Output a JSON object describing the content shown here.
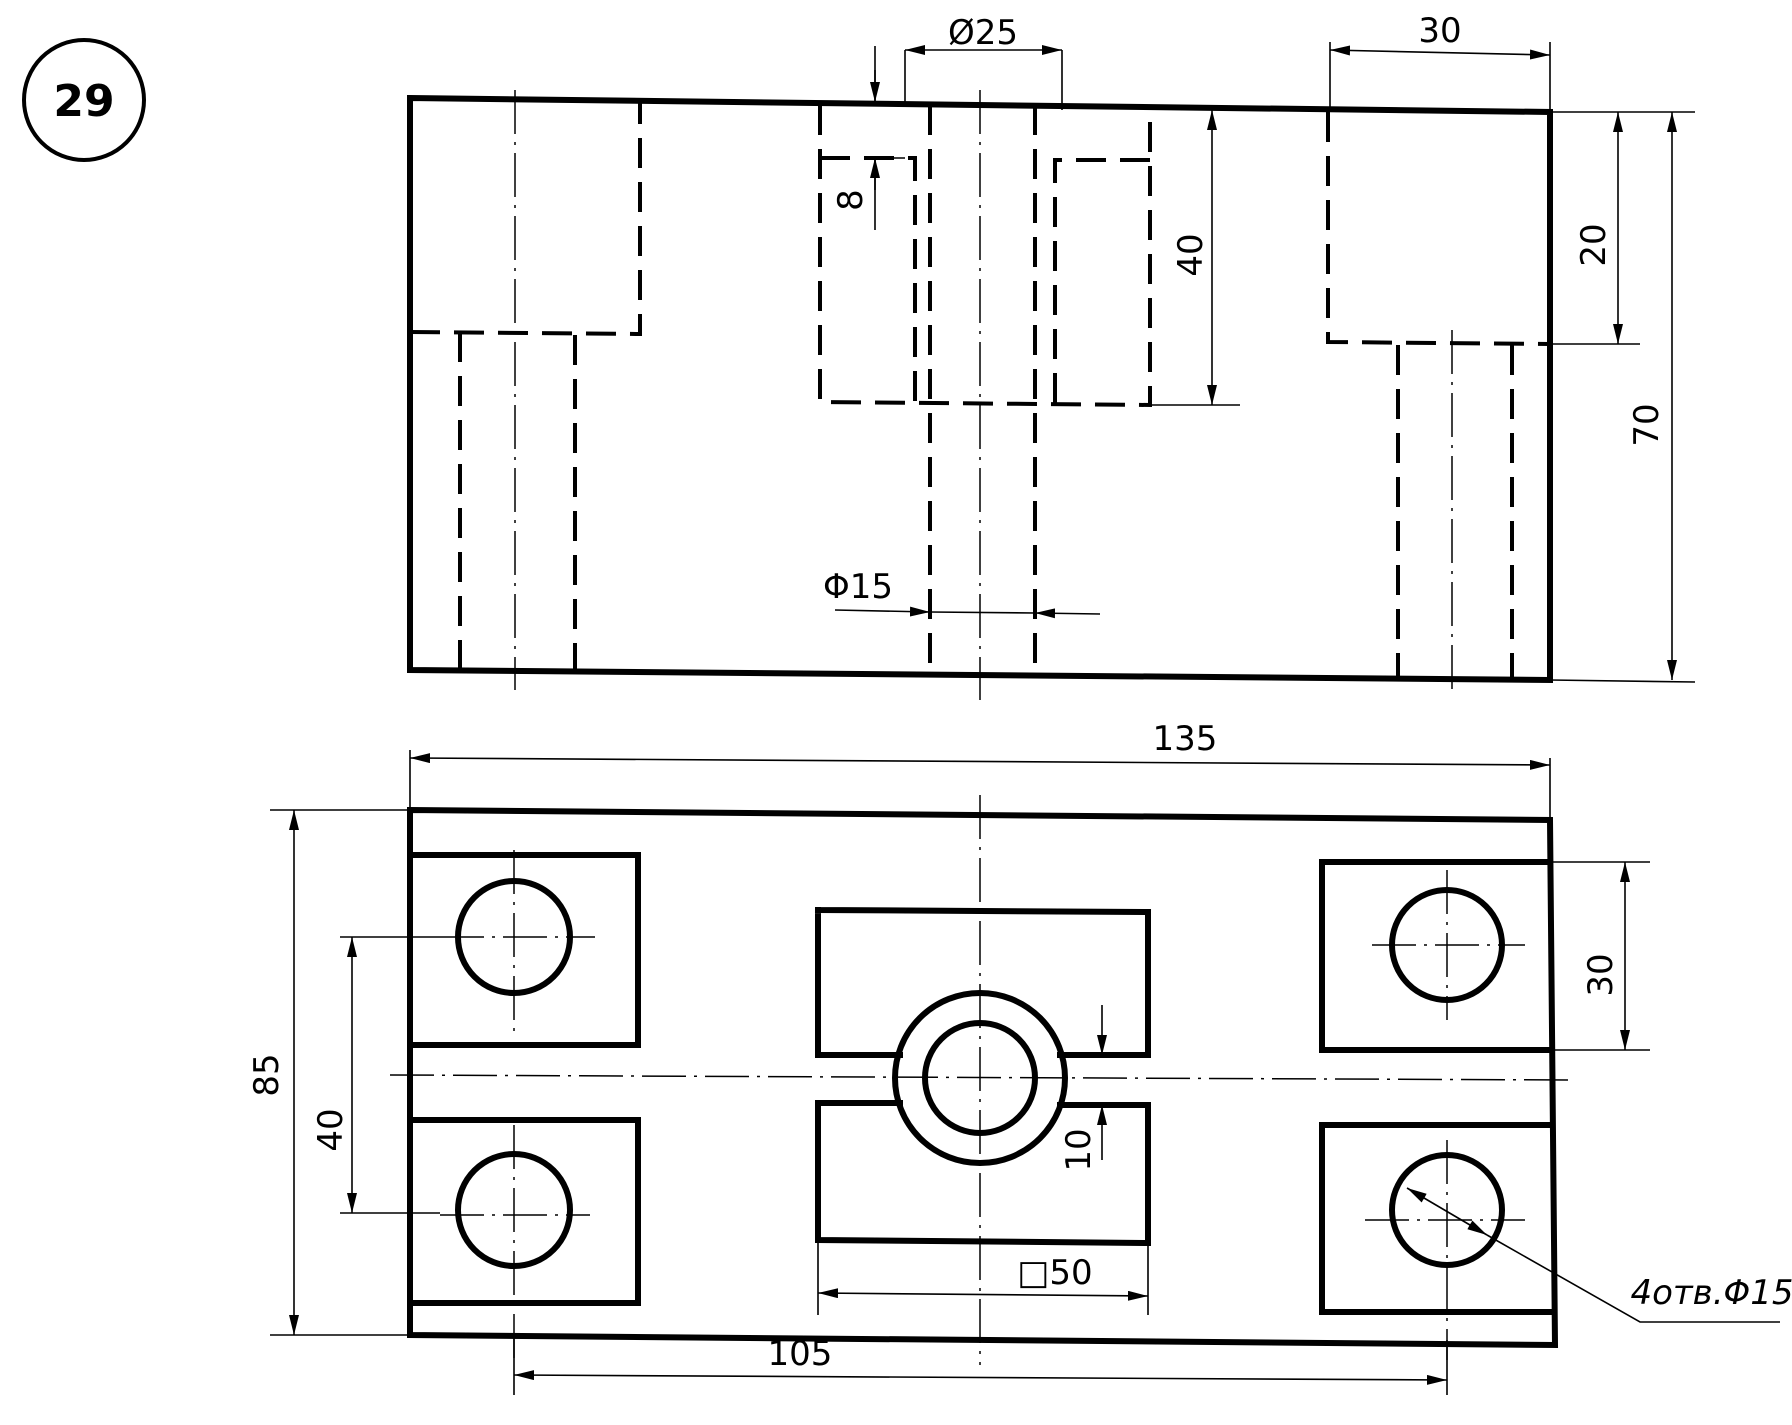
{
  "sheet": {
    "number": "29"
  },
  "front_view": {
    "dims": {
      "hole_diameter_top": "Ø25",
      "right_step_width": "30",
      "counterbore_depth": "8",
      "slot_depth": "40",
      "step_height": "20",
      "overall_height": "70",
      "through_hole": "Φ15"
    }
  },
  "top_view": {
    "dims": {
      "overall_length": "135",
      "overall_width": "85",
      "hole_spacing_y": "40",
      "pad_width": "30",
      "slot_width": "10",
      "square_boss": "□50",
      "hole_spacing_x": "105",
      "holes_note": "4отв.Φ15"
    }
  }
}
